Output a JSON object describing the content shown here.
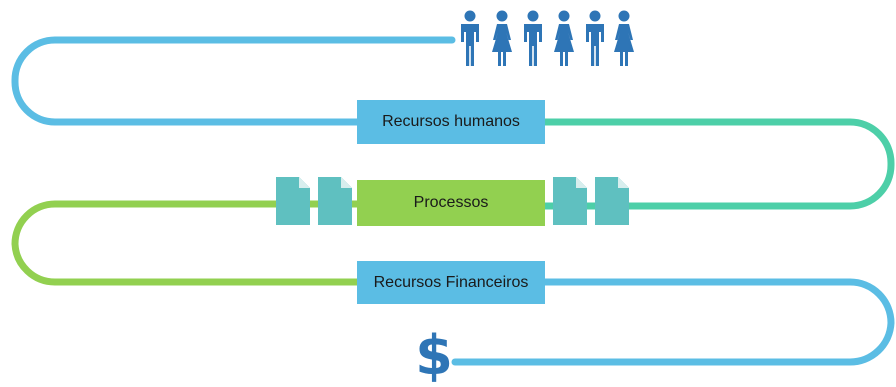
{
  "flow": {
    "steps": [
      {
        "label": "Recursos humanos"
      },
      {
        "label": "Processos"
      },
      {
        "label": "Recursos Financeiros"
      }
    ],
    "dollar_symbol": "$"
  },
  "icons": {
    "people": [
      "man-icon",
      "woman-icon",
      "man-icon",
      "woman-icon",
      "man-icon",
      "woman-icon"
    ],
    "documents": [
      "document-icon",
      "document-icon",
      "document-icon",
      "document-icon"
    ]
  },
  "colors": {
    "blue": "#5bbde4",
    "teal": "#4dcfa8",
    "green": "#92d050",
    "document": "#5fc0c0",
    "people": "#2e75b6"
  }
}
